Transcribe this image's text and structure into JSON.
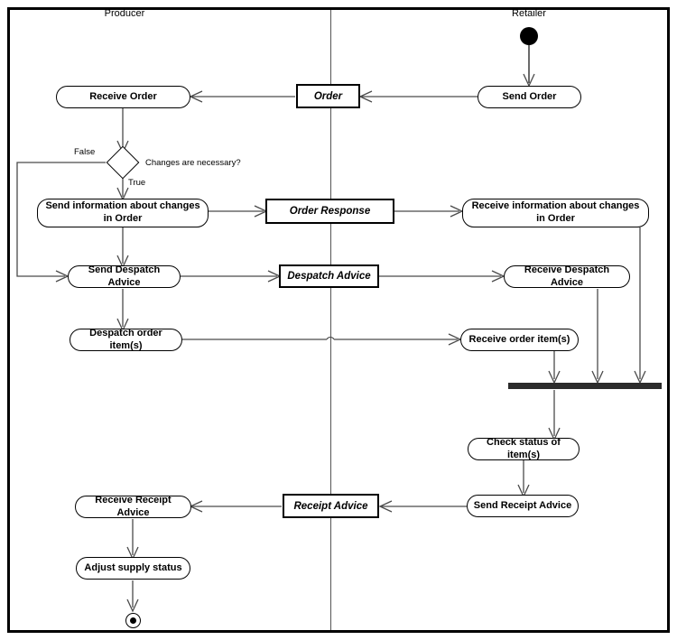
{
  "diagram": {
    "title": "Order-to-Receipt UML Activity Diagram",
    "type": "uml-activity-diagram",
    "colors": {
      "line": "#4a4a4a",
      "border": "#000000",
      "background": "#ffffff",
      "join_bar": "#2b2b2b",
      "partition": "#555555"
    }
  },
  "lanes": [
    {
      "name": "producer",
      "label": "Producer"
    },
    {
      "name": "retailer",
      "label": "Retailer"
    }
  ],
  "nodes": {
    "initial": {
      "label": "",
      "kind": "initial-node"
    },
    "final": {
      "label": "",
      "kind": "final-node"
    },
    "decision": {
      "label": "Changes are necessary?",
      "kind": "decision"
    },
    "join": {
      "label": "",
      "kind": "join-bar"
    }
  },
  "activities": [
    {
      "id": "receive-order",
      "label": "Receive Order",
      "lane": "producer"
    },
    {
      "id": "send-information-about-changes-in-order",
      "label": "Send information about changes in Order",
      "lane": "producer"
    },
    {
      "id": "send-despatch-advice",
      "label": "Send Despatch Advice",
      "lane": "producer"
    },
    {
      "id": "despatch-order-items",
      "label": "Despatch order item(s)",
      "lane": "producer"
    },
    {
      "id": "receive-receipt-advice",
      "label": "Receive Receipt Advice",
      "lane": "producer"
    },
    {
      "id": "adjust-supply-status",
      "label": "Adjust supply status",
      "lane": "producer"
    },
    {
      "id": "send-order",
      "label": "Send Order",
      "lane": "retailer"
    },
    {
      "id": "receive-information-about-changes-in-order",
      "label": "Receive information about changes in Order",
      "lane": "retailer"
    },
    {
      "id": "receive-despatch-advice",
      "label": "Receive Despatch Advice",
      "lane": "retailer"
    },
    {
      "id": "receive-order-items",
      "label": "Receive order item(s)",
      "lane": "retailer"
    },
    {
      "id": "check-status-of-items",
      "label": "Check status of item(s)",
      "lane": "retailer"
    },
    {
      "id": "send-receipt-advice",
      "label": "Send Receipt Advice",
      "lane": "retailer"
    }
  ],
  "signals": [
    {
      "id": "order",
      "label": "Order"
    },
    {
      "id": "order-response",
      "label": "Order Response"
    },
    {
      "id": "despatch-advice",
      "label": "Despatch Advice"
    },
    {
      "id": "receipt-advice",
      "label": "Receipt Advice"
    }
  ],
  "guards": [
    {
      "id": "guard-false",
      "label": "False"
    },
    {
      "id": "guard-true",
      "label": "True"
    },
    {
      "id": "decision-question",
      "label": "Changes are necessary?"
    }
  ]
}
